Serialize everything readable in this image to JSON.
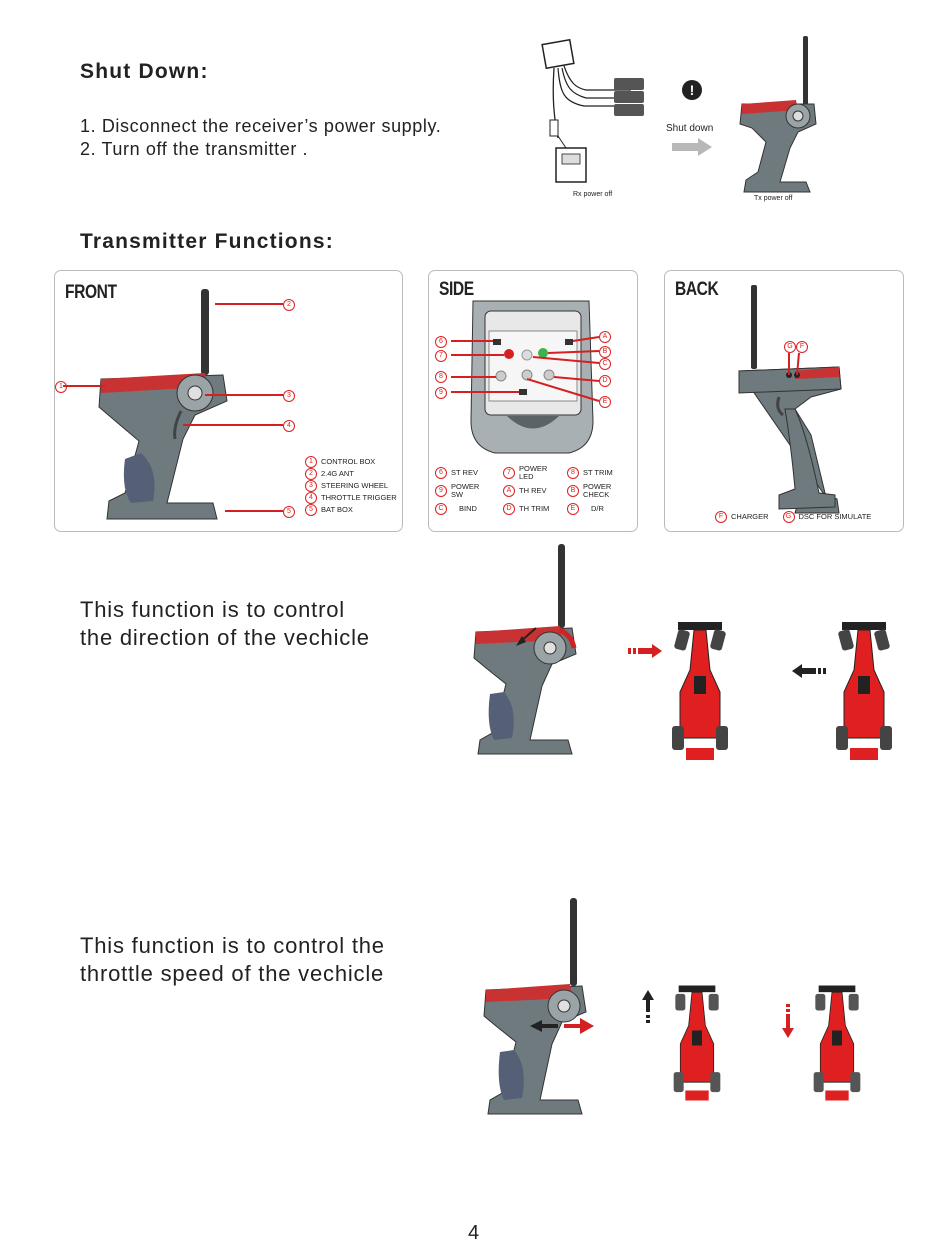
{
  "shutdown": {
    "title": "Shut Down:",
    "steps": [
      "1. Disconnect the receiver’s power supply.",
      "2. Turn off the transmitter ."
    ],
    "arrow_label": "Shut down",
    "rx_caption": "Rx power off",
    "tx_caption": "Tx power off",
    "warning_glyph": "!"
  },
  "functions": {
    "title": "Transmitter Functions:",
    "front": {
      "title": "FRONT",
      "legend": [
        {
          "num": "1",
          "label": "CONTROL  BOX"
        },
        {
          "num": "2",
          "label": "2.4G  ANT"
        },
        {
          "num": "3",
          "label": "STEERING  WHEEL"
        },
        {
          "num": "4",
          "label": "THROTTLE  TRIGGER"
        },
        {
          "num": "5",
          "label": "BAT BOX"
        }
      ],
      "callouts": [
        "1",
        "2",
        "3",
        "4",
        "5"
      ]
    },
    "side": {
      "title": "SIDE",
      "callouts_left": [
        "6",
        "7",
        "8",
        "9"
      ],
      "callouts_right": [
        "A",
        "B",
        "C",
        "D",
        "E"
      ],
      "legend": [
        {
          "num": "6",
          "label": "ST  REV"
        },
        {
          "num": "7",
          "label": "POWER LED"
        },
        {
          "num": "8",
          "label": "ST  TRIM"
        },
        {
          "num": "9",
          "label": "POWER SW"
        },
        {
          "num": "A",
          "label": "TH  REV"
        },
        {
          "num": "B",
          "label": "POWER CHECK"
        },
        {
          "num": "C",
          "label": "BIND"
        },
        {
          "num": "D",
          "label": "TH  TRIM"
        },
        {
          "num": "E",
          "label": "D/R"
        }
      ]
    },
    "back": {
      "title": "BACK",
      "callouts": [
        "G",
        "F"
      ],
      "legend": [
        {
          "num": "F",
          "label": "CHARGER"
        },
        {
          "num": "G",
          "label": "DSC  FOR SIMULATE"
        }
      ]
    }
  },
  "steering": {
    "line1": "This function is to control",
    "line2": "the direction of the vechicle"
  },
  "throttle": {
    "line1": "This function is to control the",
    "line2": "throttle  speed  of the vechicle"
  },
  "page_number": "4",
  "colors": {
    "accent": "#d42020",
    "body": "#6f7a7e",
    "dark": "#3e474b"
  }
}
